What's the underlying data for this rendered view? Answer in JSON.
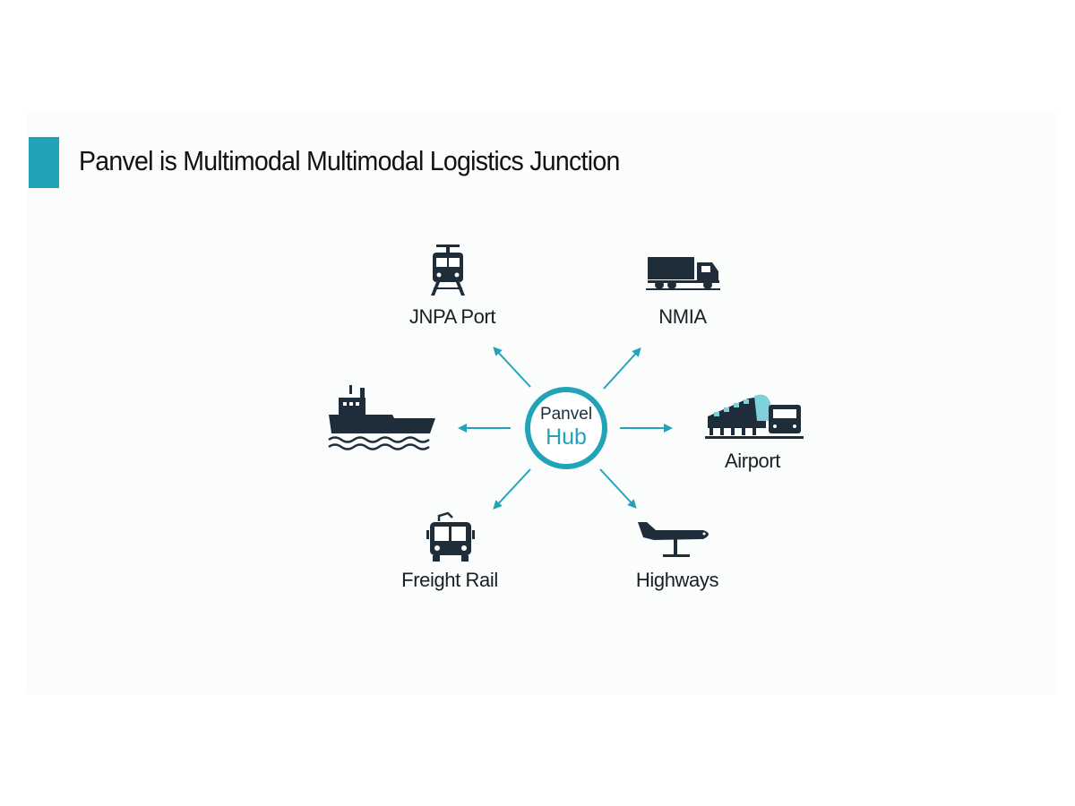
{
  "title": "Panvel is Multimodal Multimodal Logistics Junction",
  "colors": {
    "accent": "#23a3b8",
    "icon": "#1f2d3a",
    "text": "#111111"
  },
  "hub": {
    "line1": "Panvel",
    "line2": "Hub"
  },
  "nodes": [
    {
      "icon": "train-icon",
      "label": "JNPA Port"
    },
    {
      "icon": "truck-icon",
      "label": "NMIA"
    },
    {
      "icon": "ship-icon",
      "label": ""
    },
    {
      "icon": "rail-terminal-icon",
      "label": "Airport"
    },
    {
      "icon": "bus-icon",
      "label": "Freight Rail"
    },
    {
      "icon": "airplane-icon",
      "label": "Highways"
    }
  ]
}
